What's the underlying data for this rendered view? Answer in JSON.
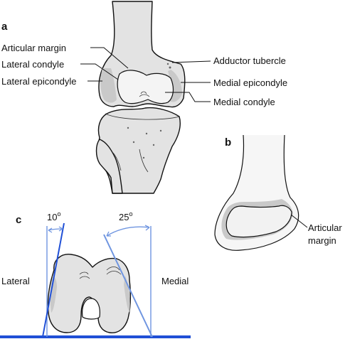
{
  "panels": {
    "a": "a",
    "b": "b",
    "c": "c"
  },
  "labels_a": {
    "articular_margin": "Articular margin",
    "lateral_condyle": "Lateral condyle",
    "lateral_epicondyle": "Lateral epicondyle",
    "adductor_tubercle": "Adductor tubercle",
    "medial_epicondyle": "Medial epicondyle",
    "medial_condyle": "Medial condyle"
  },
  "labels_b": {
    "articular_margin_1": "Articular",
    "articular_margin_2": "margin"
  },
  "labels_c": {
    "lateral": "Lateral",
    "medial": "Medial",
    "angle_lateral": "10",
    "angle_medial": "25",
    "degree": "o"
  },
  "colors": {
    "bone_fill": "#e3e3e3",
    "shade": "#c9c9c9",
    "outline": "#111111",
    "axis_blue": "#1f4fd6",
    "light_blue": "#6f95e0"
  }
}
